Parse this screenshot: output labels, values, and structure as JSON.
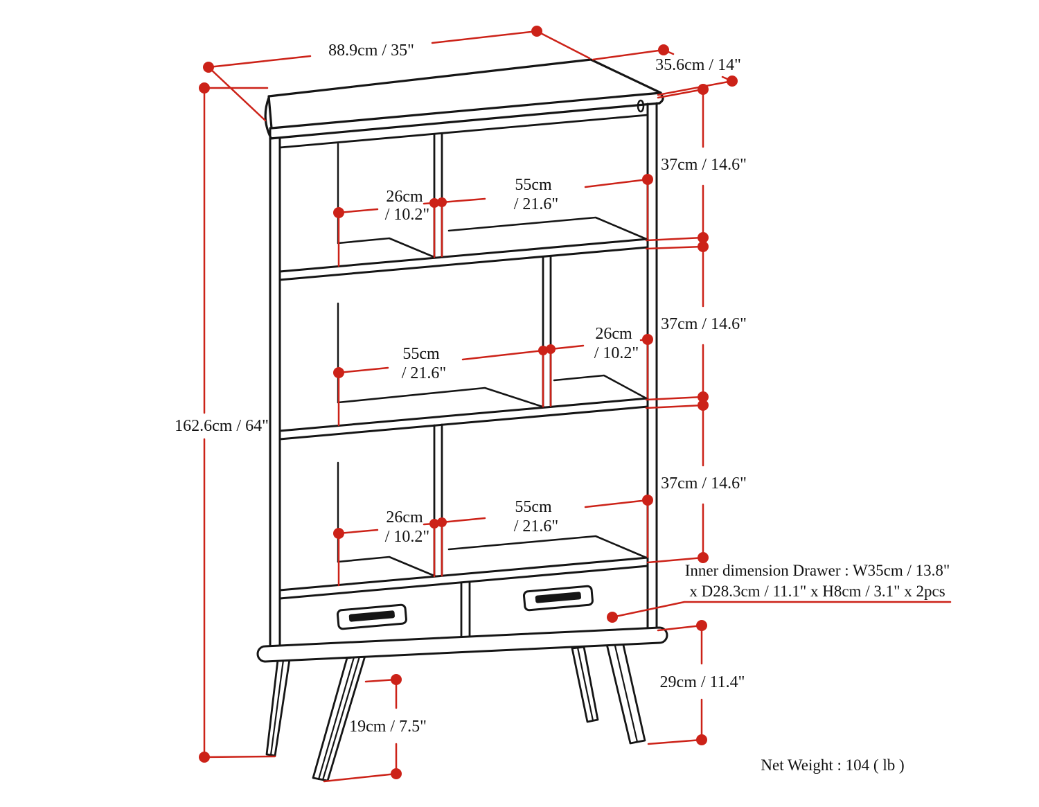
{
  "colors": {
    "dimension": "#cc2218",
    "line": "#151515",
    "ink": "#111111",
    "background": "#ffffff"
  },
  "labels": {
    "top_width": "88.9cm / 35\"",
    "top_depth": "35.6cm / 14\"",
    "overall_height": "162.6cm / 64\"",
    "section_height": "37cm / 14.6\"",
    "small_cubby": {
      "line1": "26cm",
      "line2": "/ 10.2\""
    },
    "large_cubby": {
      "line1": "55cm",
      "line2": "/ 21.6\""
    },
    "leg_height": "19cm / 7.5\"",
    "base_height": "29cm / 11.4\"",
    "drawer_note": {
      "line1": "Inner dimension Drawer : W35cm / 13.8\"",
      "line2": "x D28.3cm / 11.1\" x H8cm / 3.1\" x 2pcs"
    },
    "net_weight": "Net Weight : 104 ( lb )"
  }
}
